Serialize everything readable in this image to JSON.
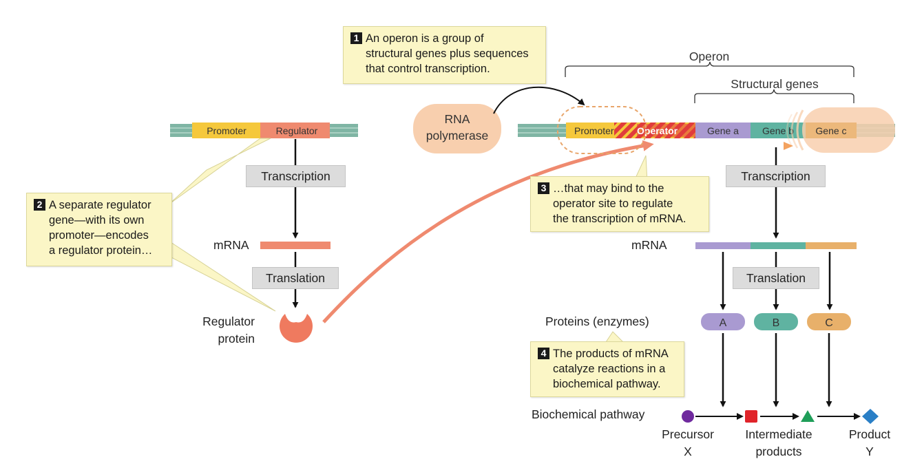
{
  "notes": {
    "n1": {
      "num": "1",
      "lines": [
        "An operon is a group of",
        "structural genes plus sequences",
        "that control transcription."
      ]
    },
    "n2": {
      "num": "2",
      "lines": [
        "A separate regulator",
        "gene—with its own",
        "promoter—encodes",
        "a regulator protein…"
      ]
    },
    "n3": {
      "num": "3",
      "lines": [
        "…that may bind to the",
        "operator site to regulate",
        "the transcription of mRNA."
      ]
    },
    "n4": {
      "num": "4",
      "lines": [
        "The products of mRNA",
        "catalyze reactions in a",
        "biochemical pathway."
      ]
    }
  },
  "regulator_gene": {
    "promoter": "Promoter",
    "regulator": "Regulator"
  },
  "operon_gene": {
    "promoter": "Promoter",
    "operator": "Operator",
    "gene_a": "Gene a",
    "gene_b": "Gene b",
    "gene_c": "Gene c"
  },
  "labels": {
    "operon": "Operon",
    "structural_genes": "Structural genes",
    "rna_polymerase_1": "RNA",
    "rna_polymerase_2": "polymerase",
    "transcription": "Transcription",
    "translation": "Translation",
    "mrna": "mRNA",
    "regulator_protein_1": "Regulator",
    "regulator_protein_2": "protein",
    "proteins_enzymes": "Proteins (enzymes)",
    "biochemical_pathway": "Biochemical pathway",
    "precursor_1": "Precursor",
    "precursor_2": "X",
    "intermediate_1": "Intermediate",
    "intermediate_2": "products",
    "product_1": "Product",
    "product_2": "Y"
  },
  "enzymes": [
    "A",
    "B",
    "C"
  ],
  "colors": {
    "dna_teal": "#7fb5a4",
    "promoter_yellow": "#f5c83c",
    "regulator_salmon": "#ef8a6f",
    "operator_red": "#e03c3c",
    "gene_a_purple": "#a99ad1",
    "gene_b_teal": "#5fb3a1",
    "gene_c_orange": "#e8b06a",
    "rna_pol_peach": "#f8cfae",
    "note_yellow": "#fbf6c6",
    "precursor_purple": "#6f2a9e",
    "intermediate_red": "#e0242a",
    "intermediate_green": "#1f9e59",
    "product_blue": "#2a7fc6"
  }
}
